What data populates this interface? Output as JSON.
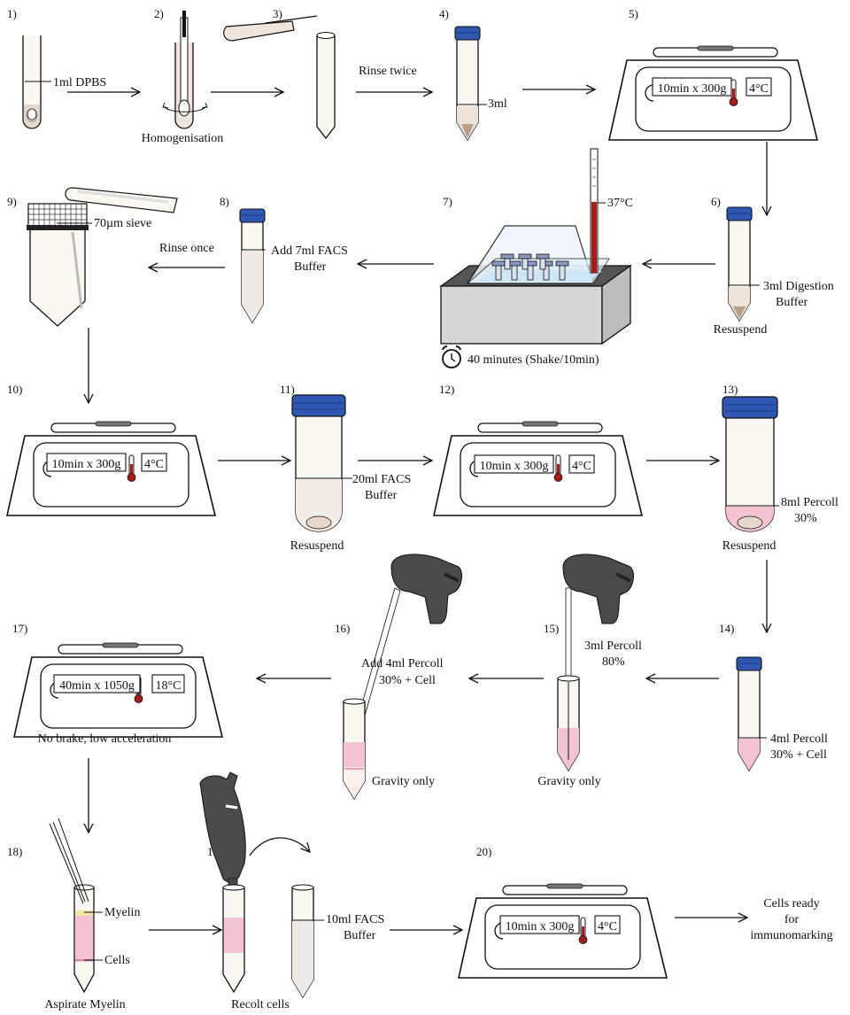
{
  "steps": [
    {
      "num": "1)",
      "label": "1ml DPBS"
    },
    {
      "num": "2)",
      "label": "Homogenisation"
    },
    {
      "num": "3)",
      "label": ""
    },
    {
      "num": "4)",
      "label": "3ml"
    },
    {
      "num": "5)",
      "time": "10min x 300g",
      "temp": "4°C"
    },
    {
      "num": "6)",
      "label1": "3ml Digestion",
      "label2": "Buffer",
      "caption": "Resuspend"
    },
    {
      "num": "7)",
      "temp": "37°C",
      "timer": "40 minutes (Shake/10min)"
    },
    {
      "num": "8)",
      "label1": "Add 7ml FACS",
      "label2": "Buffer"
    },
    {
      "num": "9)",
      "label": "70µm sieve"
    },
    {
      "num": "10)",
      "time": "10min x 300g",
      "temp": "4°C"
    },
    {
      "num": "11)",
      "label1": "20ml FACS",
      "label2": "Buffer",
      "caption": "Resuspend"
    },
    {
      "num": "12)",
      "time": "10min x 300g",
      "temp": "4°C"
    },
    {
      "num": "13)",
      "label1": "8ml Percoll",
      "label2": "30%",
      "caption": "Resuspend"
    },
    {
      "num": "14)",
      "label1": "4ml Percoll",
      "label2": "30% + Cell"
    },
    {
      "num": "15)",
      "label1": "3ml Percoll",
      "label2": "80%",
      "caption": "Gravity only"
    },
    {
      "num": "16)",
      "label1": "Add 4ml Percoll",
      "label2": "30% + Cell",
      "caption": "Gravity only"
    },
    {
      "num": "17)",
      "time": "40min x 1050g",
      "temp": "18°C",
      "caption": "No brake, low acceleration"
    },
    {
      "num": "18)",
      "label1": "Myelin",
      "label2": "Cells",
      "caption": "Aspirate Myelin"
    },
    {
      "num": "19)",
      "caption": "Recolt cells",
      "label1": "10ml FACS",
      "label2": "Buffer"
    },
    {
      "num": "20)",
      "time": "10min x 300g",
      "temp": "4°C"
    }
  ],
  "arrows": {
    "rinse_twice": "Rinse twice",
    "rinse_once": "Rinse once"
  },
  "final": {
    "line1": "Cells ready",
    "line2": "for",
    "line3": "immunomarking"
  },
  "colors": {
    "cap": "#2f56b0",
    "percoll": "#f3c3d3",
    "thermo": "#a51c1c",
    "gun": "#4a4a4a",
    "tube": "#faf8f1"
  }
}
